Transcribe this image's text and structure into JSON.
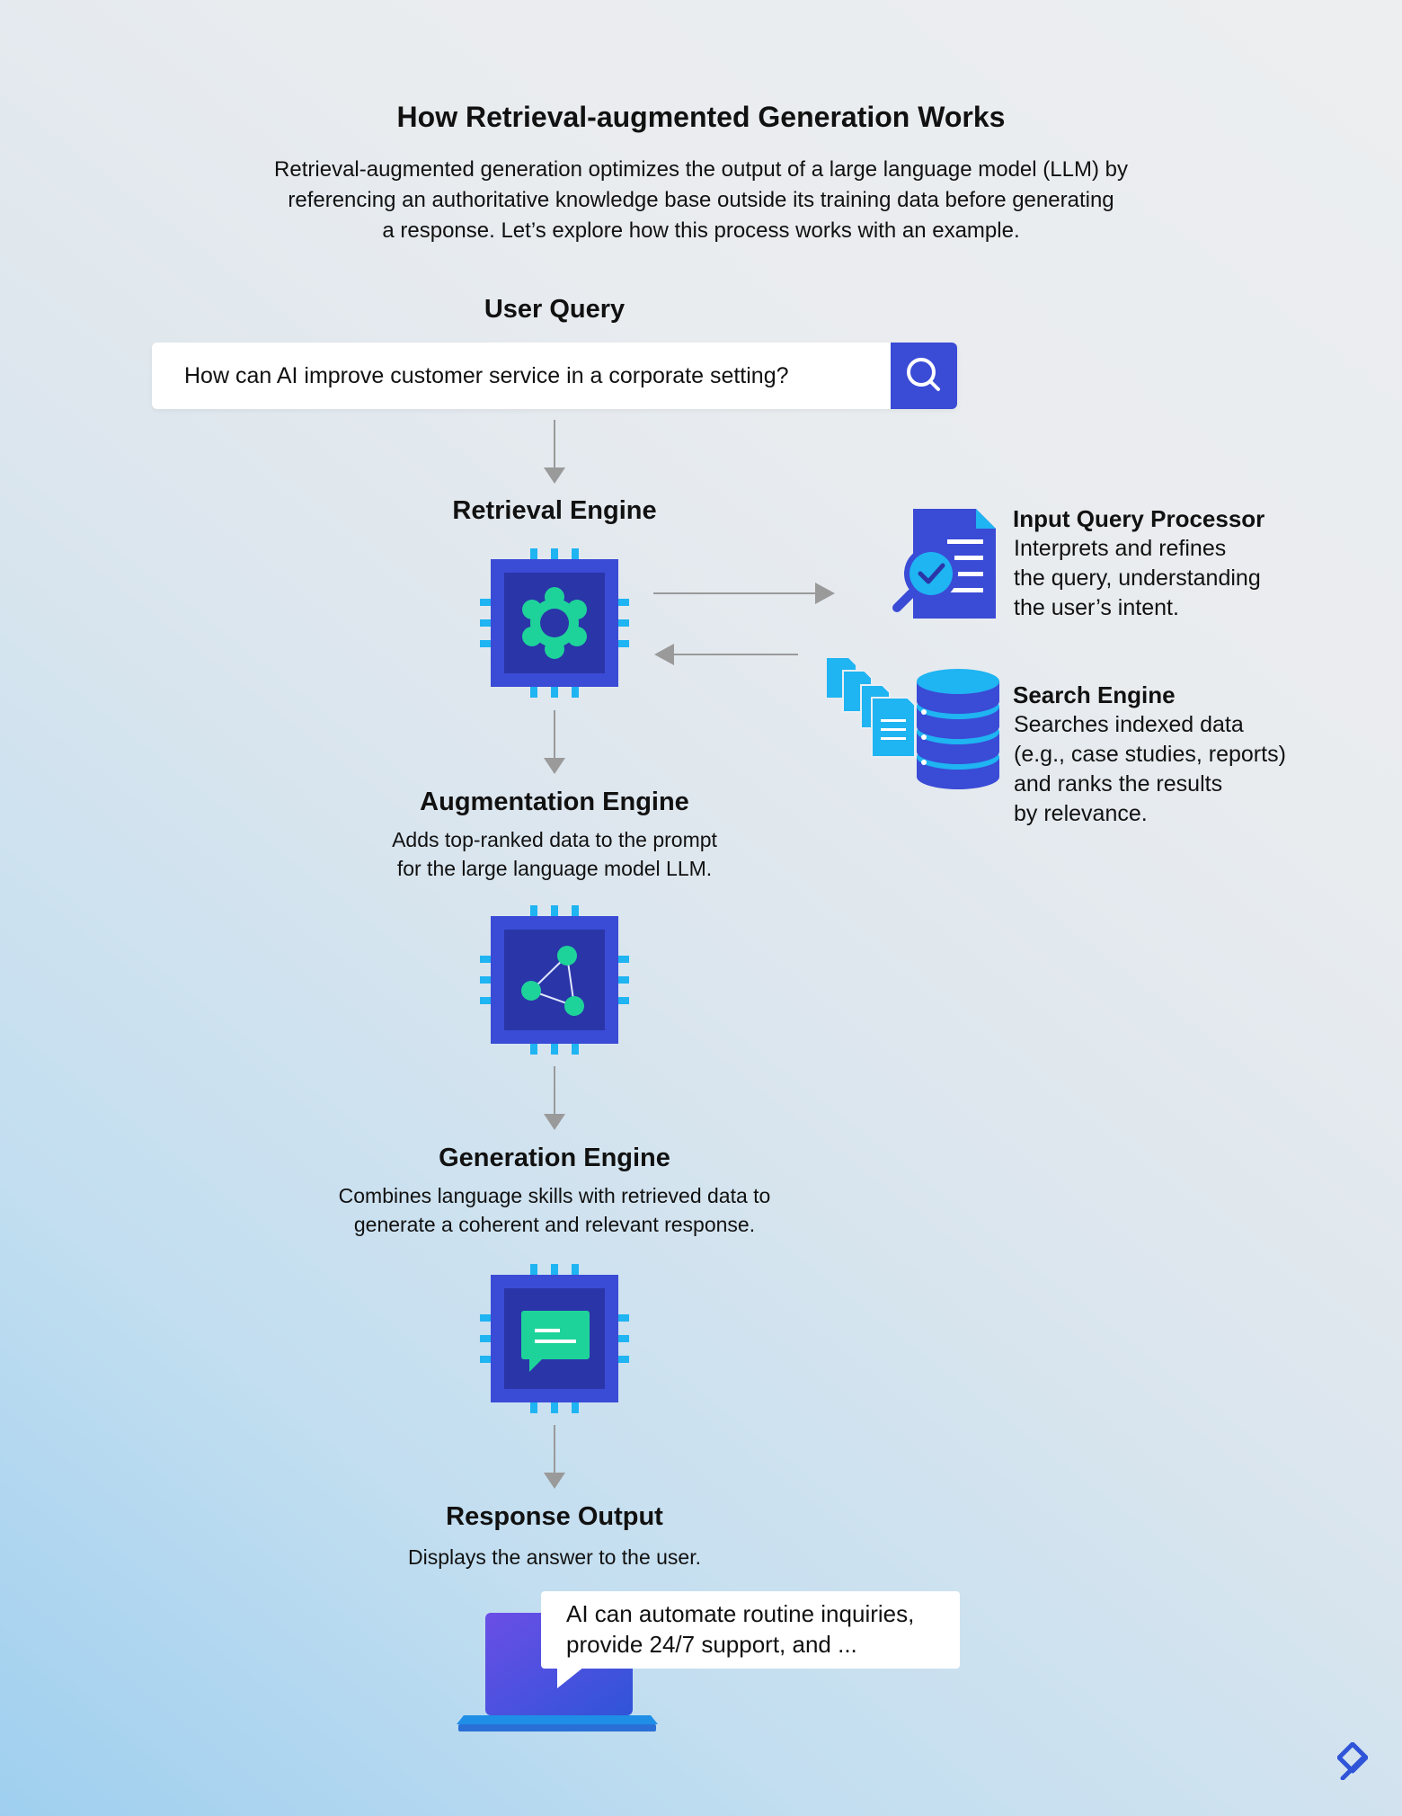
{
  "header": {
    "title": "How Retrieval-augmented Generation Works",
    "intro_lines": [
      "Retrieval-augmented generation optimizes the output of a large language model (LLM) by",
      "referencing an authoritative knowledge base outside its training data before generating",
      "a response. Let’s explore how this process works with an example."
    ]
  },
  "user_query": {
    "label": "User Query",
    "text": "How can AI improve customer service in a corporate setting?",
    "search_icon": "search-icon"
  },
  "retrieval": {
    "label": "Retrieval Engine",
    "icon": "gear-chip-icon"
  },
  "input_processor": {
    "title": "Input Query Processor",
    "lines": [
      "Interprets and refines",
      "the query, understanding",
      "the user’s intent."
    ],
    "icon": "document-check-icon"
  },
  "search_engine": {
    "title": "Search Engine",
    "lines": [
      "Searches indexed data",
      "(e.g., case studies, reports)",
      "and ranks the results",
      "by relevance."
    ],
    "icon": "database-icon"
  },
  "augmentation": {
    "label": "Augmentation Engine",
    "lines": [
      "Adds top-ranked data to the prompt",
      "for the large language model LLM."
    ],
    "icon": "network-chip-icon"
  },
  "generation": {
    "label": "Generation Engine",
    "lines": [
      "Combines language skills with retrieved data to",
      "generate a coherent and relevant response."
    ],
    "icon": "chat-chip-icon"
  },
  "response": {
    "label": "Response Output",
    "line": "Displays the answer to the user.",
    "answer_lines": [
      "AI can automate routine inquiries,",
      "provide 24/7 support, and ..."
    ],
    "icon": "laptop-icon"
  },
  "brand": {
    "icon": "brand-logo-icon"
  },
  "colors": {
    "chip_blue": "#3a4bd6",
    "chip_inner": "#2a35a8",
    "pin_cyan": "#1fb4f2",
    "accent_green": "#1ed39a",
    "arrow_gray": "#9a9a9a"
  }
}
